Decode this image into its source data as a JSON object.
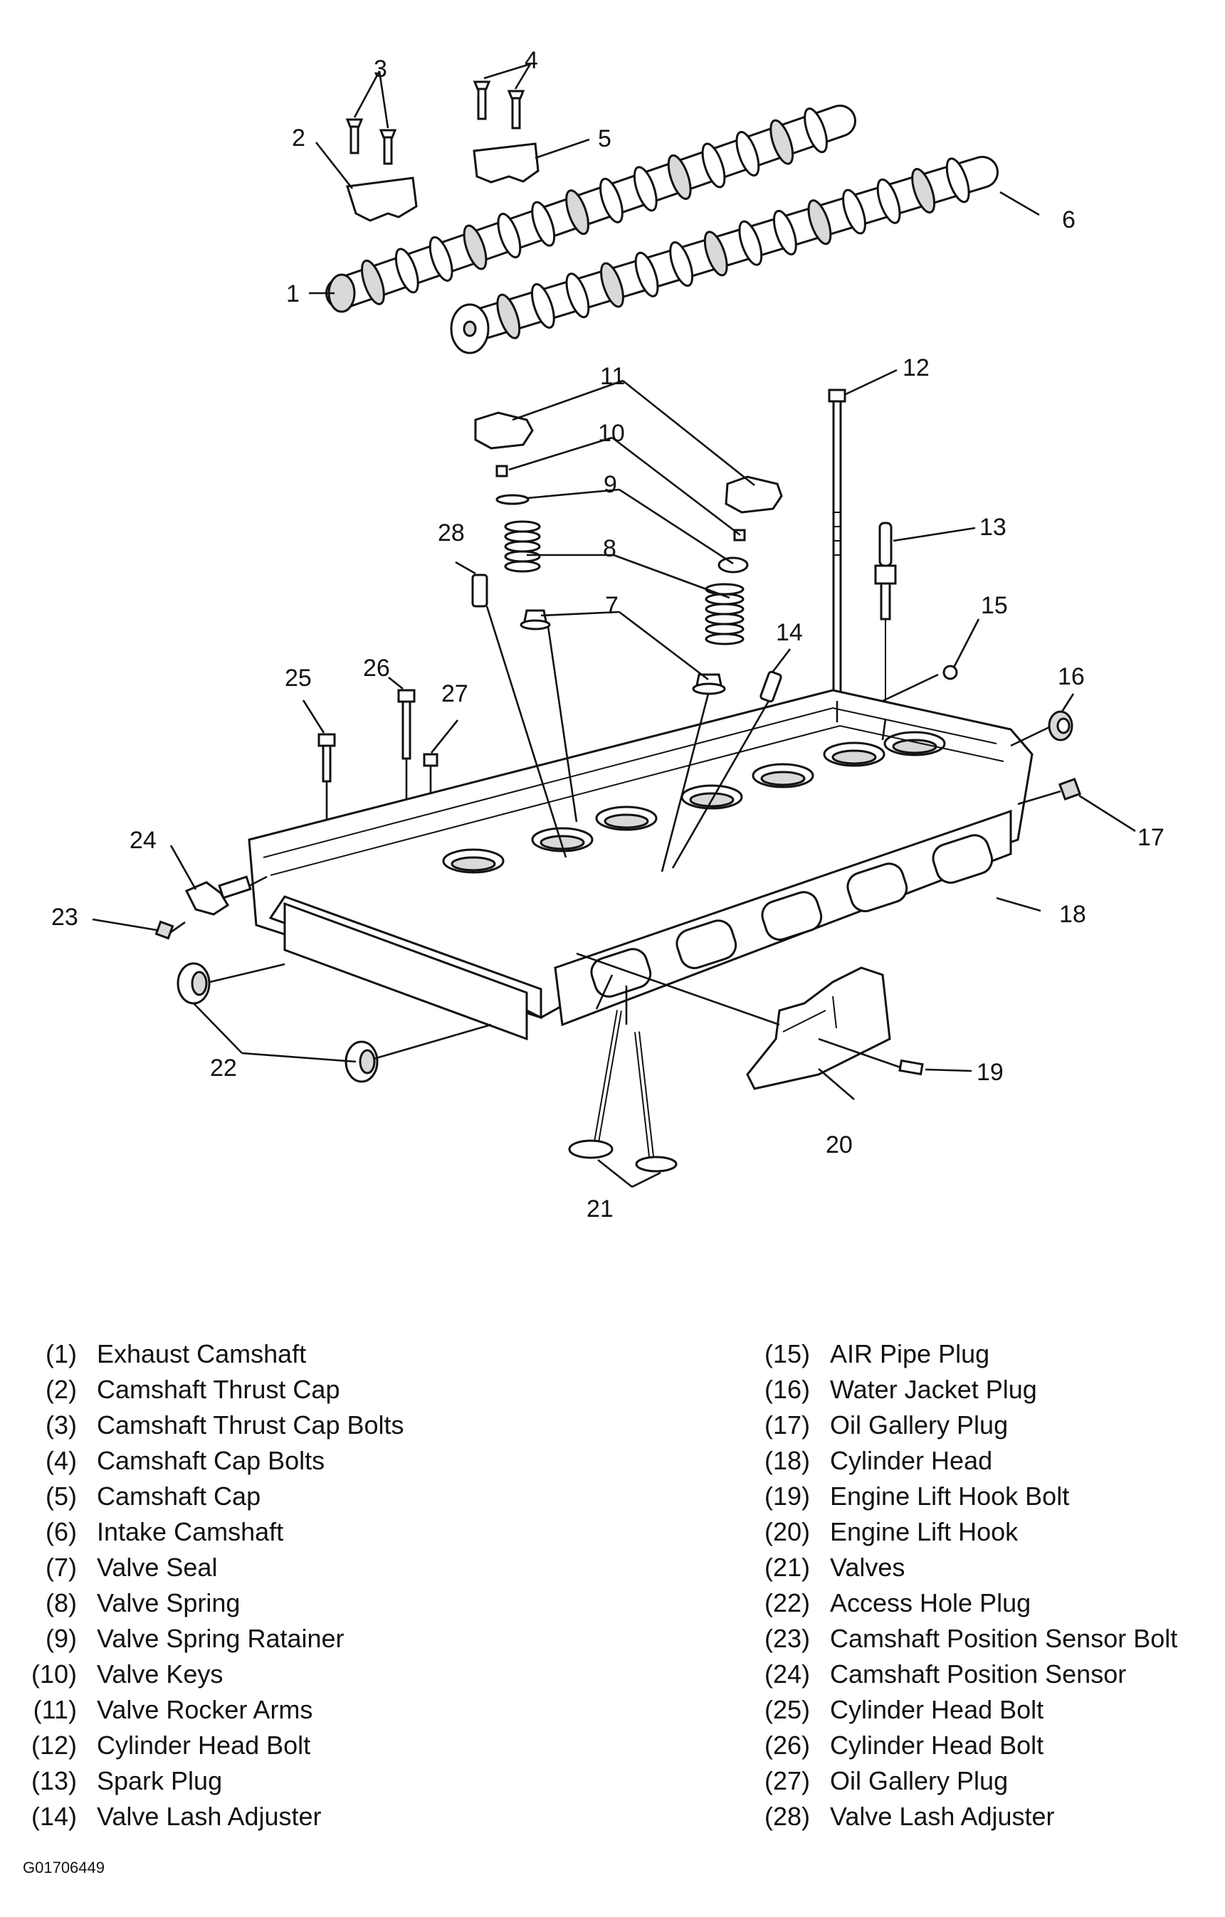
{
  "callouts": [
    "1",
    "2",
    "3",
    "4",
    "5",
    "6",
    "7",
    "8",
    "9",
    "10",
    "11",
    "12",
    "13",
    "14",
    "15",
    "16",
    "17",
    "18",
    "19",
    "20",
    "21",
    "22",
    "23",
    "24",
    "25",
    "26",
    "27",
    "28"
  ],
  "legend_left": [
    {
      "num": "(1)",
      "label": "Exhaust Camshaft"
    },
    {
      "num": "(2)",
      "label": "Camshaft Thrust Cap"
    },
    {
      "num": "(3)",
      "label": "Camshaft Thrust Cap Bolts"
    },
    {
      "num": "(4)",
      "label": "Camshaft Cap Bolts"
    },
    {
      "num": "(5)",
      "label": "Camshaft Cap"
    },
    {
      "num": "(6)",
      "label": "Intake Camshaft"
    },
    {
      "num": "(7)",
      "label": "Valve Seal"
    },
    {
      "num": "(8)",
      "label": "Valve Spring"
    },
    {
      "num": "(9)",
      "label": "Valve Spring Ratainer"
    },
    {
      "num": "(10)",
      "label": "Valve Keys"
    },
    {
      "num": "(11)",
      "label": "Valve Rocker Arms"
    },
    {
      "num": "(12)",
      "label": "Cylinder Head Bolt"
    },
    {
      "num": "(13)",
      "label": "Spark Plug"
    },
    {
      "num": "(14)",
      "label": "Valve Lash Adjuster"
    }
  ],
  "legend_right": [
    {
      "num": "(15)",
      "label": "AIR Pipe Plug"
    },
    {
      "num": "(16)",
      "label": "Water Jacket Plug"
    },
    {
      "num": "(17)",
      "label": "Oil Gallery Plug"
    },
    {
      "num": "(18)",
      "label": "Cylinder Head"
    },
    {
      "num": "(19)",
      "label": "Engine Lift Hook Bolt"
    },
    {
      "num": "(20)",
      "label": "Engine Lift Hook"
    },
    {
      "num": "(21)",
      "label": "Valves"
    },
    {
      "num": "(22)",
      "label": "Access Hole Plug"
    },
    {
      "num": "(23)",
      "label": "Camshaft Position Sensor Bolt"
    },
    {
      "num": "(24)",
      "label": "Camshaft Position Sensor"
    },
    {
      "num": "(25)",
      "label": "Cylinder Head Bolt"
    },
    {
      "num": "(26)",
      "label": "Cylinder Head Bolt"
    },
    {
      "num": "(27)",
      "label": "Oil Gallery Plug"
    },
    {
      "num": "(28)",
      "label": "Valve Lash Adjuster"
    }
  ],
  "figure_id": "G01706449"
}
